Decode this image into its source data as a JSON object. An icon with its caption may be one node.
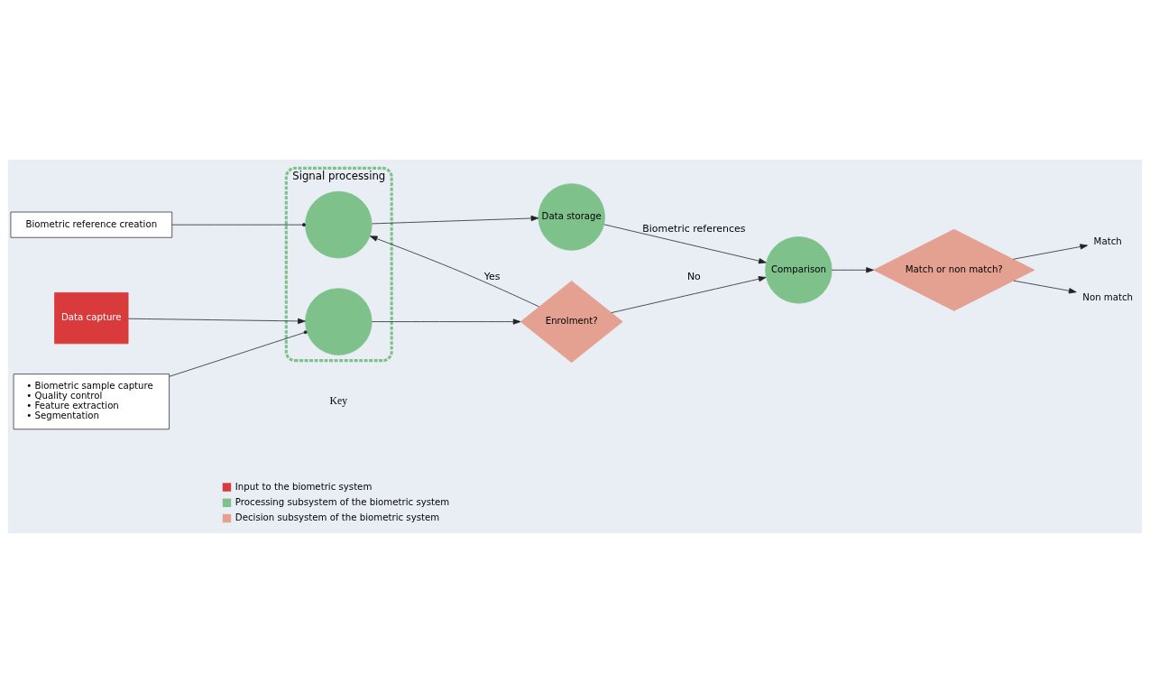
{
  "diagram": {
    "nodes": [
      {
        "text": [
          "Data capture"
        ]
      },
      {
        "text": [
          "Signal processing"
        ]
      },
      {
        "text": [],
        "shape": "circle",
        "in": 1
      },
      {
        "text": [],
        "shape": "circle",
        "in": 1
      },
      {
        "text": [
          "Biometric reference creation"
        ]
      },
      {
        "text": [
          "• Biometric sample capture",
          "• Quality control",
          "• Feature extraction",
          "• Segmentation"
        ]
      },
      {
        "text": [
          "Enrolment?"
        ]
      },
      {
        "text": [
          "Data storage"
        ]
      },
      {
        "text": [
          "Comparison"
        ]
      },
      {
        "text": [
          "Match or non match?"
        ]
      },
      {
        "text": [
          "Match"
        ]
      },
      {
        "text": [
          "Non match"
        ]
      }
    ],
    "edges": [
      {
        "from": 0,
        "to": 3,
        "arrow": "to"
      },
      {
        "from": 3,
        "to": 6,
        "arrow": "to"
      },
      {
        "from": 6,
        "to": 2,
        "arrow": "to",
        "label": "Yes"
      },
      {
        "from": 6,
        "to": 8,
        "arrow": "to",
        "label": "No"
      },
      {
        "from": 2,
        "to": 7,
        "arrow": "to"
      },
      {
        "from": 7,
        "to": 8,
        "arrow": "to",
        "label": "Biometric references"
      },
      {
        "from": 8,
        "to": 9,
        "arrow": "to"
      },
      {
        "from": 9,
        "to": 10,
        "arrow": "to"
      },
      {
        "from": 9,
        "to": 11,
        "arrow": "to"
      },
      {
        "from": 4,
        "to": 2,
        "arrow": "other"
      },
      {
        "from": 5,
        "to": 3,
        "arrow": "other"
      }
    ],
    "labels": [
      "Key"
    ],
    "legend": [
      {
        "text": "Input to the biometric system",
        "color": "#d93a3c"
      },
      {
        "text": "Processing subsystem of the biometric system",
        "color": "#7fc18a"
      },
      {
        "text": "Decision subsystem of the biometric system",
        "color": "#e4a090"
      }
    ]
  }
}
